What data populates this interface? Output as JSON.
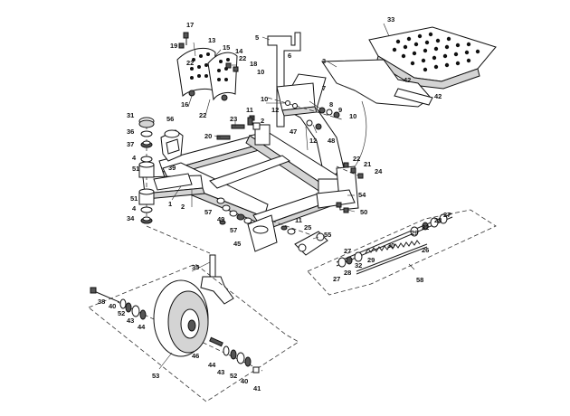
{
  "callouts": {
    "c1": "1",
    "c2": "2",
    "c2b": "2",
    "c3": "3",
    "c4a": "4",
    "c4b": "4",
    "c5": "5",
    "c6": "6",
    "c7": "7",
    "c8": "8",
    "c9": "9",
    "c10a": "10",
    "c10b": "10",
    "c10c": "10",
    "c11a": "11",
    "c11b": "11",
    "c12a": "12",
    "c12b": "12",
    "c13": "13",
    "c14": "14",
    "c15": "15",
    "c16": "16",
    "c17": "17",
    "c18": "18",
    "c19": "19",
    "c20": "20",
    "c21": "21",
    "c22a": "22",
    "c22b": "22",
    "c22c": "22",
    "c22d": "22",
    "c23": "23",
    "c24": "24",
    "c25": "25",
    "c26": "26",
    "c27a": "27",
    "c27b": "27",
    "c27c": "27",
    "c28a": "28",
    "c28b": "28",
    "c29a": "29",
    "c29b": "29",
    "c30": "30",
    "c31": "31",
    "c32a": "32",
    "c32b": "32",
    "c33": "33",
    "c34": "34",
    "c35": "35",
    "c36": "36",
    "c37": "37",
    "c38": "38",
    "c39": "39",
    "c40a": "40",
    "c40b": "40",
    "c41": "41",
    "c42a": "42",
    "c42b": "42",
    "c43a": "43",
    "c43b": "43",
    "c44a": "44",
    "c44b": "44",
    "c45": "45",
    "c46": "46",
    "c47": "47",
    "c48": "48",
    "c49": "49",
    "c50": "50",
    "c51a": "51",
    "c51b": "51",
    "c52a": "52",
    "c52b": "52",
    "c53": "53",
    "c54": "54",
    "c55": "55",
    "c56": "56",
    "c57a": "57",
    "c57b": "57",
    "c58": "58"
  }
}
